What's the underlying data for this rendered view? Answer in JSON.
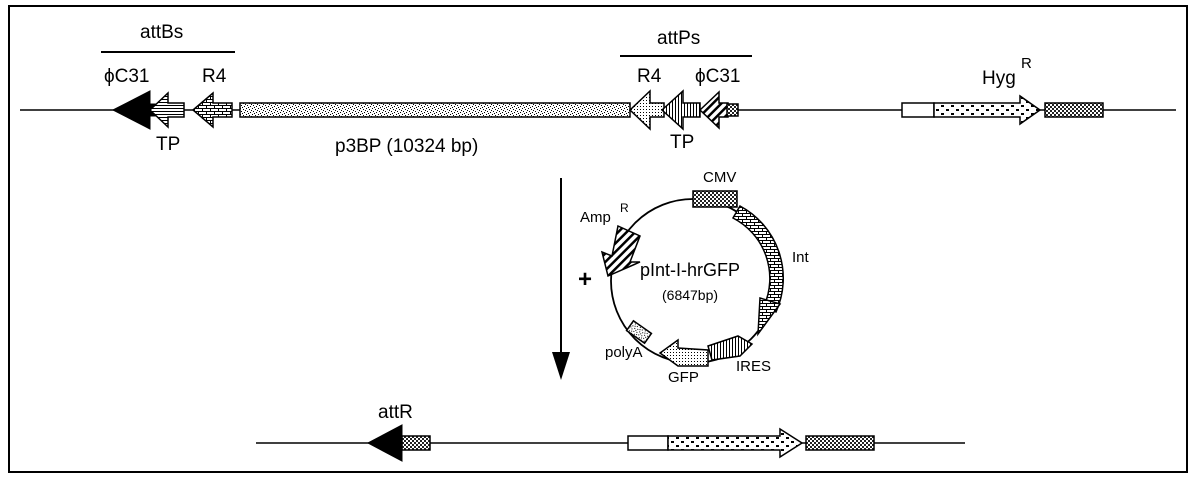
{
  "top": {
    "attb_group_label": "attBs",
    "attb_phic31_label": "ϕC31",
    "attb_r4_label": "R4",
    "attb_tp_label": "TP",
    "plasmid_label": "p3BP (10324 bp)",
    "attp_group_label": "attPs",
    "attp_r4_label": "R4",
    "attp_phic31_label": "ϕC31",
    "attp_tp_label": "TP",
    "hyg_label": "Hyg",
    "hyg_sup": "R"
  },
  "plasmid": {
    "name": "pInt-I-hrGFP",
    "size": "(6847bp)",
    "plus": "+",
    "cmv_label": "CMV",
    "int_label": "Int",
    "ires_label": "IRES",
    "gfp_label": "GFP",
    "polya_label": "polyA",
    "amp_label": "Amp",
    "amp_sup": "R"
  },
  "bottom": {
    "attr_label": "attR"
  }
}
